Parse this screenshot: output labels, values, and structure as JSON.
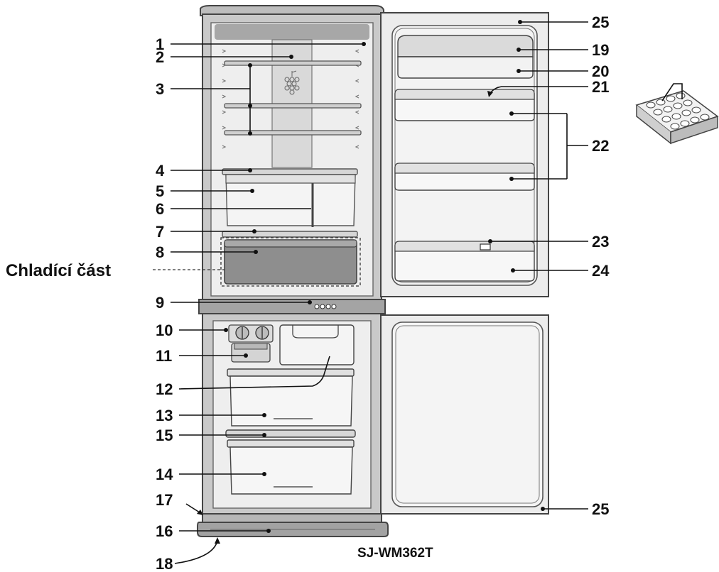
{
  "diagram": {
    "labels": [
      {
        "id": "1",
        "text": "1"
      },
      {
        "id": "2",
        "text": "2"
      },
      {
        "id": "3",
        "text": "3"
      },
      {
        "id": "4",
        "text": "4"
      },
      {
        "id": "5",
        "text": "5"
      },
      {
        "id": "6",
        "text": "6"
      },
      {
        "id": "7",
        "text": "7"
      },
      {
        "id": "8",
        "text": "8"
      },
      {
        "id": "9",
        "text": "9"
      },
      {
        "id": "10",
        "text": "10"
      },
      {
        "id": "11",
        "text": "11"
      },
      {
        "id": "12",
        "text": "12"
      },
      {
        "id": "13",
        "text": "13"
      },
      {
        "id": "15",
        "text": "15"
      },
      {
        "id": "14",
        "text": "14"
      },
      {
        "id": "17",
        "text": "17"
      },
      {
        "id": "16",
        "text": "16"
      },
      {
        "id": "18",
        "text": "18"
      },
      {
        "id": "25a",
        "text": "25"
      },
      {
        "id": "19",
        "text": "19"
      },
      {
        "id": "20",
        "text": "20"
      },
      {
        "id": "21",
        "text": "21"
      },
      {
        "id": "22",
        "text": "22"
      },
      {
        "id": "23",
        "text": "23"
      },
      {
        "id": "24",
        "text": "24"
      },
      {
        "id": "25b",
        "text": "25"
      }
    ],
    "caption": "Chladící část",
    "model": "SJ-WM362T"
  }
}
